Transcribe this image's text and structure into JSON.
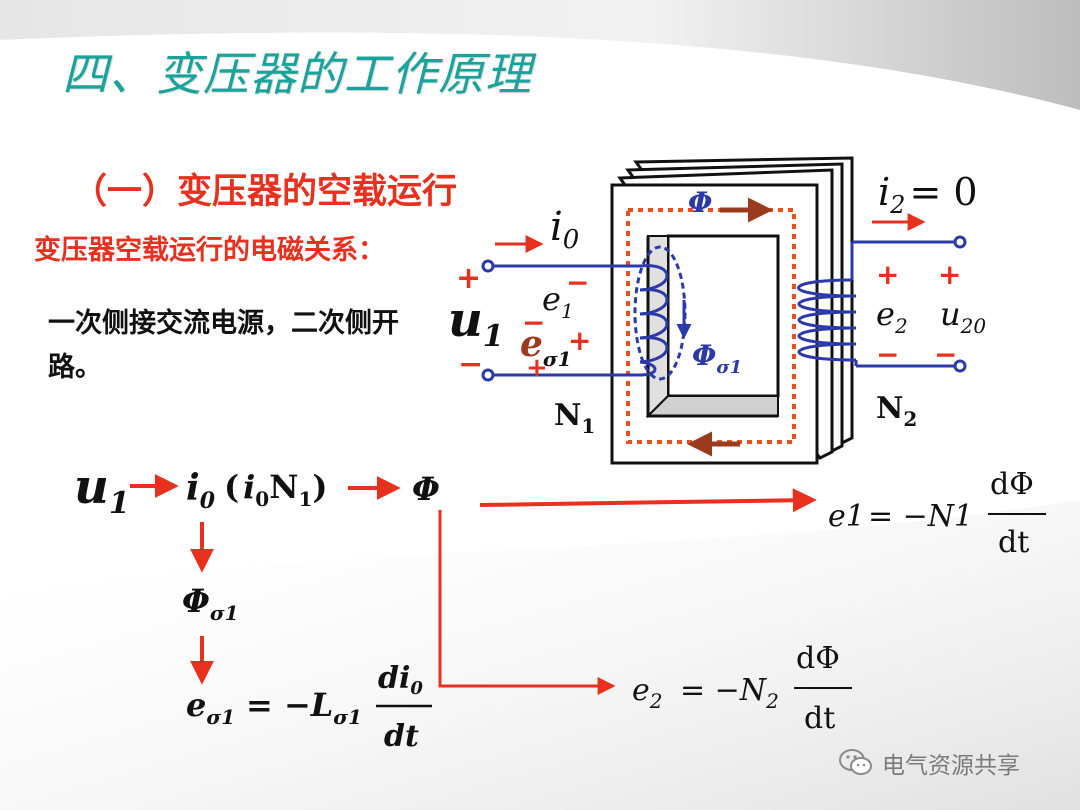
{
  "title": "四、变压器的工作原理",
  "subtitle": "（一）变压器的空载运行",
  "em_relation_label": "变压器空载运行的电磁关系：",
  "description": "一次侧接交流电源，二次侧开路。",
  "labels": {
    "i0": "i",
    "i0_sub": "0",
    "i2_eq": "i",
    "i2_sub": "2",
    "i2_val": "= 0",
    "phi": "Φ",
    "phi_sigma1": "Φ",
    "sigma1": "σ1",
    "u1": "u",
    "u1_sub": "1",
    "e1": "e",
    "e1_sub": "1",
    "e_sigma1": "e",
    "e_sigma1_sub": "σ1",
    "e2": "e",
    "e2_sub": "2",
    "u20": "u",
    "u20_sub": "20",
    "N1": "N",
    "N1_sub": "1",
    "N2": "N",
    "N2_sub": "2",
    "plus": "+",
    "minus": "−"
  },
  "flow": {
    "u1": "u",
    "u1_sub": "1",
    "i0": "i",
    "i0_sub": "0",
    "i0N1_open": "(",
    "i0N1_i": "i",
    "i0N1_sub": "0",
    "i0N1_N": "N",
    "i0N1_Nsub": "1",
    "i0N1_close": ")",
    "phi": "Φ",
    "phi_sigma1": "Φ",
    "phi_sigma1_sub": "σ1"
  },
  "equations": {
    "eq_e1": {
      "lhs": "e1",
      "eq": "= −N1",
      "num": "dΦ",
      "den": "dt"
    },
    "eq_e2": {
      "lhs": "e",
      "lhs_sub": "2",
      "eq": "= −N",
      "eq_sub": "2",
      "num": "dΦ",
      "den": "dt"
    },
    "eq_es1": {
      "lhs": "e",
      "lhs_sub": "σ1",
      "eq": "= −L",
      "eq_sub": "σ1",
      "num": "di",
      "num_sub": "0",
      "den": "dt"
    }
  },
  "watermark": "电气资源共享",
  "colors": {
    "title": "#1aa39a",
    "red": "#e8301e",
    "blue": "#2b3aa8",
    "brown": "#9a3b1f",
    "core": "#ffffff",
    "orange_dots": "#e8501e"
  }
}
